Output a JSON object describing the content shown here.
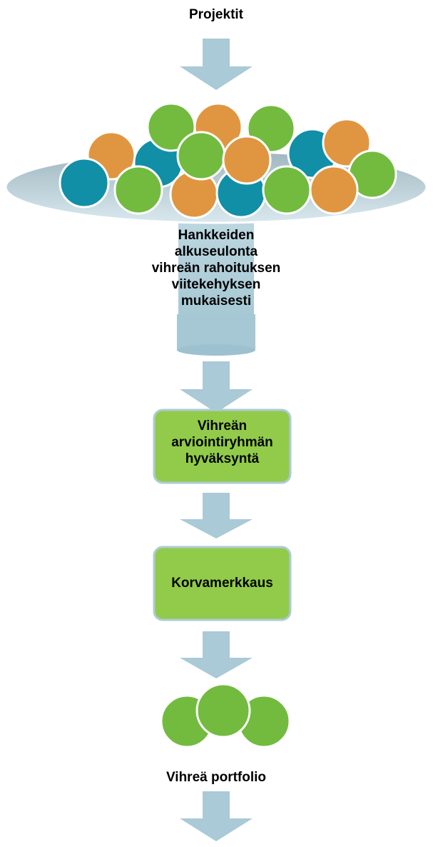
{
  "diagram": {
    "title": "Projektit",
    "funnel_label": "Hankkeiden\nalkuseulonta\nvihreän rahoituksen\nviitekehyksen\nmukaisesti",
    "approval_label": "Vihreän\narviointiryhmän\nhyväksyntä",
    "earmarking_label": "Korvamerkkaus",
    "portfolio_label": "Vihreä portfolio"
  },
  "colors": {
    "arrow": "#a9cad6",
    "funnel": "#a9cad6",
    "ball_green": "#72bb3f",
    "ball_orange": "#e09641",
    "ball_teal": "#118fa6",
    "box_fill": "#92cb4a",
    "box_border": "#aecbd6"
  }
}
